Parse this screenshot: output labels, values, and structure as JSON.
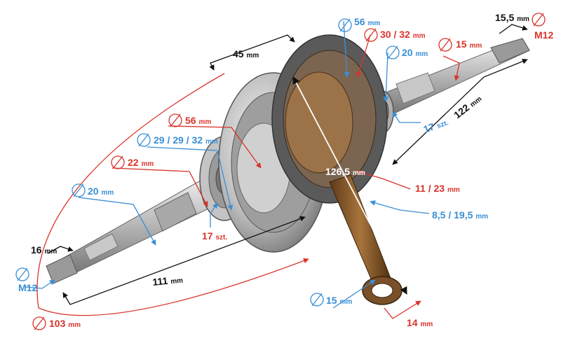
{
  "colors": {
    "red": "#d9342b",
    "blue": "#3a8fd6",
    "black": "#111111",
    "steel_light": "#dcdcdc",
    "steel_dark": "#7a7a7a",
    "bronze": "#8a5a2b"
  },
  "labels": {
    "d56_top": {
      "value": "56",
      "unit": "mm"
    },
    "d30_32": {
      "value": "30 / 32",
      "unit": "mm"
    },
    "d20_right": {
      "value": "20",
      "unit": "mm"
    },
    "d15_right": {
      "value": "15",
      "unit": "mm"
    },
    "len_15_5": {
      "value": "15,5",
      "unit": "mm"
    },
    "m12_right": {
      "value": "M12"
    },
    "w45": {
      "value": "45",
      "unit": "mm"
    },
    "len122": {
      "value": "122",
      "unit": "mm"
    },
    "teeth17_right": {
      "value": "17",
      "unit": "szt."
    },
    "d56_left": {
      "value": "56",
      "unit": "mm"
    },
    "d29_32": {
      "value": "29 / 29 / 32",
      "unit": "mm"
    },
    "d22": {
      "value": "22",
      "unit": "mm"
    },
    "len126_5": {
      "value": "126,5",
      "unit": "mm"
    },
    "d11_23": {
      "value": "11 / 23",
      "unit": "mm"
    },
    "d20_left": {
      "value": "20",
      "unit": "mm"
    },
    "d8_5": {
      "value": "8,5 / 19,5",
      "unit": "mm"
    },
    "teeth17_left": {
      "value": "17",
      "unit": "szt."
    },
    "len16": {
      "value": "16",
      "unit": "mm"
    },
    "m12_left": {
      "value": "M12"
    },
    "len111": {
      "value": "111",
      "unit": "mm"
    },
    "d15_bottom": {
      "value": "15",
      "unit": "mm"
    },
    "len14": {
      "value": "14",
      "unit": "mm"
    },
    "d103": {
      "value": "103",
      "unit": "mm"
    }
  }
}
